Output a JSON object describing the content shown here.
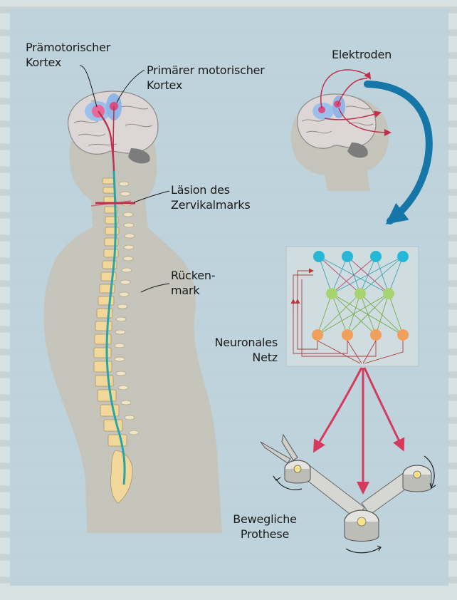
{
  "labels": {
    "premotor": [
      "Prämotorischer",
      "Kortex"
    ],
    "primary_motor": [
      "Primärer motorischer",
      "Kortex"
    ],
    "lesion": [
      "Läsion des",
      "Zervikalmarks"
    ],
    "spinal_cord": [
      "Rücken-",
      "mark"
    ],
    "electrodes": "Elektroden",
    "neural_net": [
      "Neuronales",
      "Netz"
    ],
    "prosthesis": [
      "Bewegliche",
      "Prothese"
    ]
  },
  "colors": {
    "panel": "#bcd2db",
    "figure": "#c5c2b6",
    "brain": "#dcd7d6",
    "cortex_blue": "#8fb6e6",
    "pathway_red": "#c0304e",
    "arrow_teal": "#1776a8",
    "vertebra": "#f1d79a",
    "cord_teal": "#26a6a5",
    "net_panel": "#cfdde0",
    "node_top": "#27b8d7",
    "node_mid": "#a8d46f",
    "node_bottom": "#f0a05b",
    "prosthesis": "#d6d6d2"
  }
}
